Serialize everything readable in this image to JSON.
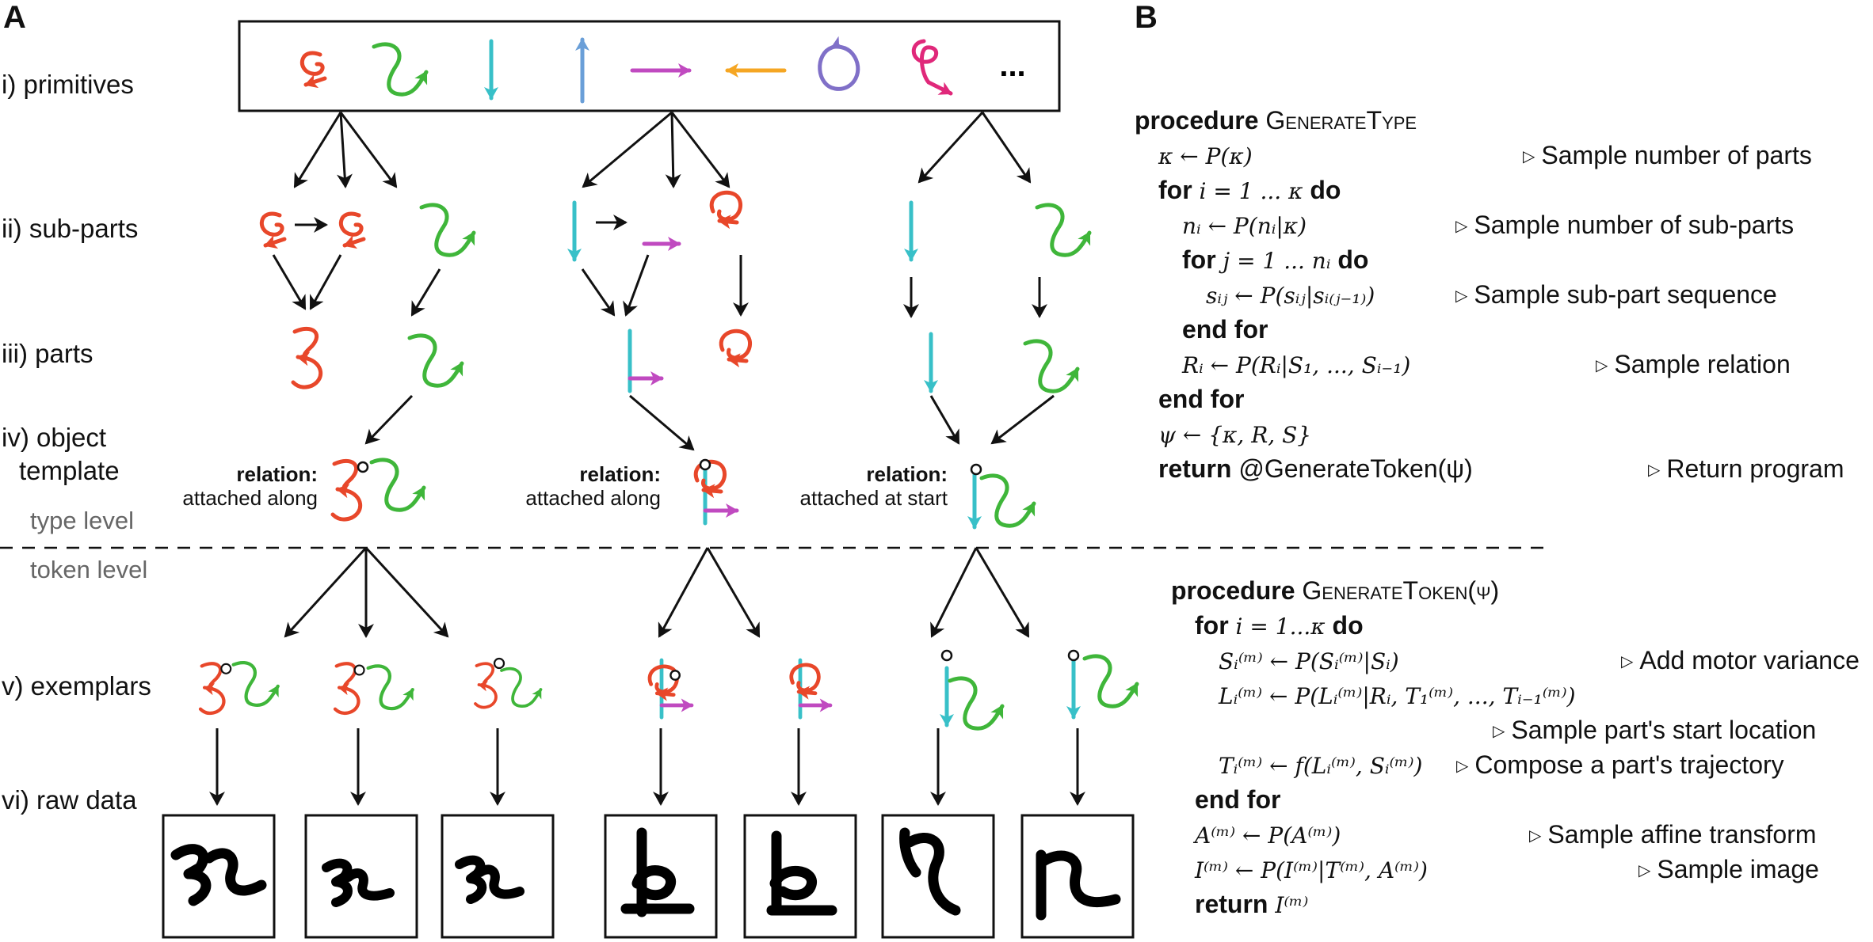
{
  "panel_a": {
    "letter": "A",
    "rows": {
      "primitives": "i) primitives",
      "subparts": "ii) sub-parts",
      "parts": "iii) parts",
      "template_1": "iv) object",
      "template_2": "template",
      "exemplars": "v) exemplars",
      "raw": "vi) raw data"
    },
    "levels": {
      "type": "type level",
      "token": "token level"
    },
    "ellipsis": "...",
    "relations": [
      {
        "head": "relation:",
        "text": "attached along"
      },
      {
        "head": "relation:",
        "text": "attached along"
      },
      {
        "head": "relation:",
        "text": "attached at start"
      }
    ]
  },
  "panel_b": {
    "letter": "B",
    "generate_type": [
      {
        "kw": "procedure",
        "name": "GenerateType"
      },
      {
        "math": "κ ← P(κ)",
        "comment": "Sample number of parts"
      },
      {
        "kw": "for",
        "math": "i = 1 ... κ",
        "kw2": "do"
      },
      {
        "math": "nᵢ ← P(nᵢ|κ)",
        "comment": "Sample number of sub-parts"
      },
      {
        "kw": "for",
        "math": "j = 1 ... nᵢ",
        "kw2": "do"
      },
      {
        "math": "sᵢⱼ ← P(sᵢⱼ|sᵢ₍ⱼ₋₁₎)",
        "comment": "Sample sub-part sequence"
      },
      {
        "kw": "end for"
      },
      {
        "math": "Rᵢ ← P(Rᵢ|S₁, ..., Sᵢ₋₁)",
        "comment": "Sample relation"
      },
      {
        "kw": "end for"
      },
      {
        "math": "ψ ← {κ, R, S}"
      },
      {
        "kw": "return",
        "text": "@GenerateToken(ψ)",
        "comment": "Return program"
      }
    ],
    "generate_token": [
      {
        "kw": "procedure",
        "name": "GenerateToken(ψ)"
      },
      {
        "kw": "for",
        "math": "i = 1...κ",
        "kw2": "do"
      },
      {
        "math": "Sᵢ⁽ᵐ⁾ ← P(Sᵢ⁽ᵐ⁾|Sᵢ)",
        "comment": "Add motor variance"
      },
      {
        "math": "Lᵢ⁽ᵐ⁾ ← P(Lᵢ⁽ᵐ⁾|Rᵢ, T₁⁽ᵐ⁾, ..., Tᵢ₋₁⁽ᵐ⁾)"
      },
      {
        "comment": "Sample part's start location"
      },
      {
        "math": "Tᵢ⁽ᵐ⁾ ← f(Lᵢ⁽ᵐ⁾, Sᵢ⁽ᵐ⁾)",
        "comment": "Compose a part's trajectory"
      },
      {
        "kw": "end for"
      },
      {
        "math": "A⁽ᵐ⁾ ← P(A⁽ᵐ⁾)",
        "comment": "Sample affine transform"
      },
      {
        "math": "I⁽ᵐ⁾ ← P(I⁽ᵐ⁾|T⁽ᵐ⁾, A⁽ᵐ⁾)",
        "comment": "Sample image"
      },
      {
        "kw": "return",
        "math": "I⁽ᵐ⁾"
      }
    ]
  },
  "colors": {
    "red": "#e8472a",
    "green": "#3fb63a",
    "cyan": "#38c0c8",
    "blue": "#6a9fd8",
    "magenta": "#c04ac0",
    "orange": "#f5a623",
    "purple": "#8070c8",
    "pink": "#e0287a",
    "black": "#111111"
  }
}
